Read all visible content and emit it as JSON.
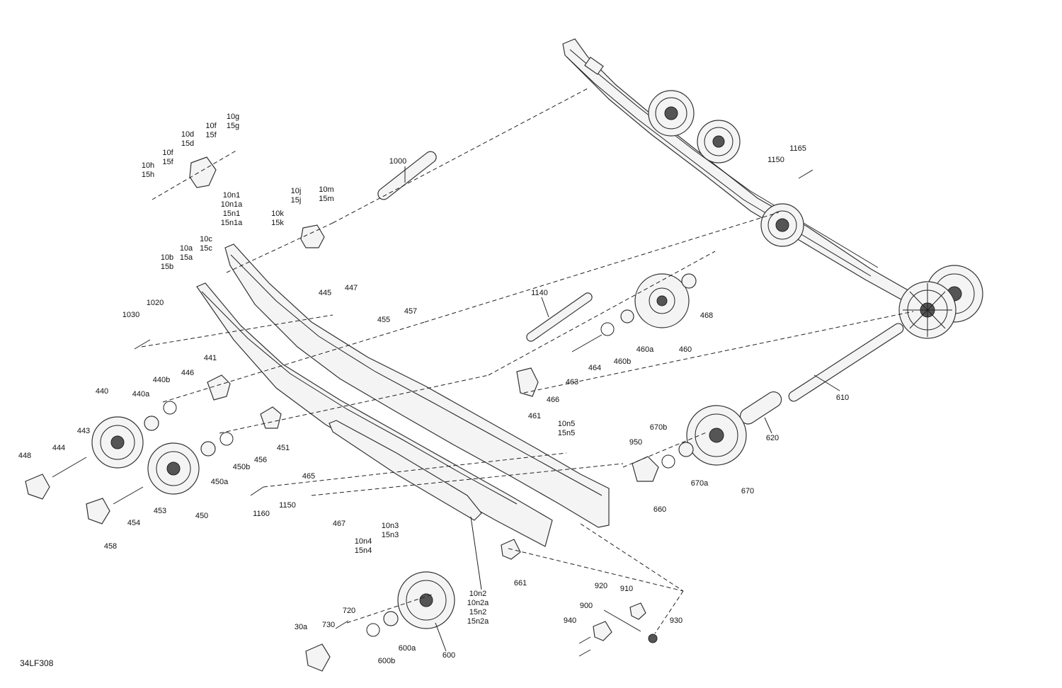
{
  "diagram_code": "34LF308",
  "labels": [
    {
      "id": "l10g",
      "text": "10g\n15g"
    },
    {
      "id": "l10f_top",
      "text": "10f\n15f"
    },
    {
      "id": "l10d",
      "text": "10d\n15d"
    },
    {
      "id": "l10f",
      "text": "10f\n15f"
    },
    {
      "id": "l10h",
      "text": "10h\n15h"
    },
    {
      "id": "l1000",
      "text": "1000"
    },
    {
      "id": "l10n1",
      "text": "10n1\n10n1a\n15n1\n15n1a"
    },
    {
      "id": "l10j",
      "text": "10j\n15j"
    },
    {
      "id": "l10m",
      "text": "10m\n15m"
    },
    {
      "id": "l10k",
      "text": "10k\n15k"
    },
    {
      "id": "l10c",
      "text": "10c\n15c"
    },
    {
      "id": "l10a",
      "text": "10a\n15a"
    },
    {
      "id": "l10b",
      "text": "10b\n15b"
    },
    {
      "id": "l1020",
      "text": "1020"
    },
    {
      "id": "l1030",
      "text": "1030"
    },
    {
      "id": "l445",
      "text": "445"
    },
    {
      "id": "l447",
      "text": "447"
    },
    {
      "id": "l455",
      "text": "455"
    },
    {
      "id": "l457",
      "text": "457"
    },
    {
      "id": "l1150_top",
      "text": "1150"
    },
    {
      "id": "l1165",
      "text": "1165"
    },
    {
      "id": "l1140",
      "text": "1140"
    },
    {
      "id": "l468",
      "text": "468"
    },
    {
      "id": "l460",
      "text": "460"
    },
    {
      "id": "l460a",
      "text": "460a"
    },
    {
      "id": "l460b",
      "text": "460b"
    },
    {
      "id": "l464",
      "text": "464"
    },
    {
      "id": "l463",
      "text": "463"
    },
    {
      "id": "l466",
      "text": "466"
    },
    {
      "id": "l461",
      "text": "461"
    },
    {
      "id": "l610",
      "text": "610"
    },
    {
      "id": "l620",
      "text": "620"
    },
    {
      "id": "l441",
      "text": "441"
    },
    {
      "id": "l446",
      "text": "446"
    },
    {
      "id": "l440b",
      "text": "440b"
    },
    {
      "id": "l440a",
      "text": "440a"
    },
    {
      "id": "l440",
      "text": "440"
    },
    {
      "id": "l443",
      "text": "443"
    },
    {
      "id": "l444",
      "text": "444"
    },
    {
      "id": "l448",
      "text": "448"
    },
    {
      "id": "l451",
      "text": "451"
    },
    {
      "id": "l456",
      "text": "456"
    },
    {
      "id": "l450b",
      "text": "450b"
    },
    {
      "id": "l450a",
      "text": "450a"
    },
    {
      "id": "l450",
      "text": "450"
    },
    {
      "id": "l453",
      "text": "453"
    },
    {
      "id": "l454",
      "text": "454"
    },
    {
      "id": "l458",
      "text": "458"
    },
    {
      "id": "l10n5",
      "text": "10n5\n15n5"
    },
    {
      "id": "l950",
      "text": "950"
    },
    {
      "id": "l670b",
      "text": "670b"
    },
    {
      "id": "l670a",
      "text": "670a"
    },
    {
      "id": "l670",
      "text": "670"
    },
    {
      "id": "l660",
      "text": "660"
    },
    {
      "id": "l465",
      "text": "465"
    },
    {
      "id": "l1160",
      "text": "1160"
    },
    {
      "id": "l1150",
      "text": "1150"
    },
    {
      "id": "l467",
      "text": "467"
    },
    {
      "id": "l10n3",
      "text": "10n3\n15n3"
    },
    {
      "id": "l10n4",
      "text": "10n4\n15n4"
    },
    {
      "id": "l661",
      "text": "661"
    },
    {
      "id": "l10n2",
      "text": "10n2\n10n2a\n15n2\n15n2a"
    },
    {
      "id": "l920",
      "text": "920"
    },
    {
      "id": "l910",
      "text": "910"
    },
    {
      "id": "l900",
      "text": "900"
    },
    {
      "id": "l940",
      "text": "940"
    },
    {
      "id": "l930",
      "text": "930"
    },
    {
      "id": "l720",
      "text": "720"
    },
    {
      "id": "l730",
      "text": "730"
    },
    {
      "id": "l30a",
      "text": "30a"
    },
    {
      "id": "l600a",
      "text": "600a"
    },
    {
      "id": "l600b",
      "text": "600b"
    },
    {
      "id": "l600",
      "text": "600"
    }
  ]
}
